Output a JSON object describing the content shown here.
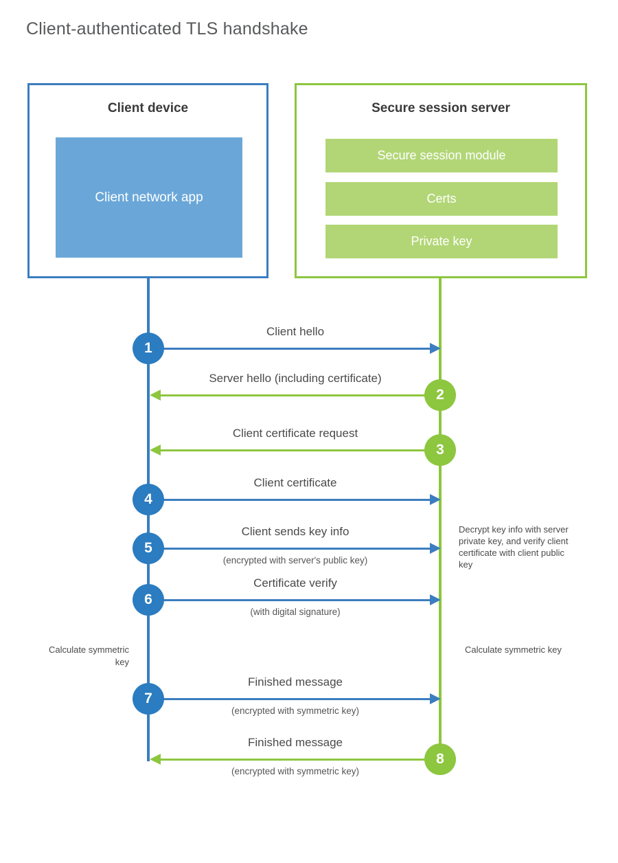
{
  "title": "Client-authenticated TLS handshake",
  "colors": {
    "client_blue": "#3b7dbf",
    "client_circle_blue": "#2b7cc0",
    "client_app_fill": "#6aa7d8",
    "server_green": "#8dc63f",
    "server_bar_fill": "#b2d676",
    "text": "#4a4a4a",
    "background": "#ffffff"
  },
  "actors": {
    "client": {
      "title": "Client device",
      "component": "Client network app"
    },
    "server": {
      "title": "Secure session server",
      "components": [
        "Secure session module",
        "Certs",
        "Private key"
      ]
    }
  },
  "steps": [
    {
      "number": "1",
      "label": "Client hello",
      "sublabel": "",
      "direction": "client-to-server",
      "origin": "client"
    },
    {
      "number": "2",
      "label": "Server hello (including certificate)",
      "sublabel": "",
      "direction": "server-to-client",
      "origin": "server"
    },
    {
      "number": "3",
      "label": "Client certificate request",
      "sublabel": "",
      "direction": "server-to-client",
      "origin": "server"
    },
    {
      "number": "4",
      "label": "Client certificate",
      "sublabel": "",
      "direction": "client-to-server",
      "origin": "client"
    },
    {
      "number": "5",
      "label": "Client sends key info",
      "sublabel": "(encrypted with server's public key)",
      "direction": "client-to-server",
      "origin": "client"
    },
    {
      "number": "6",
      "label": "Certificate verify",
      "sublabel": "(with digital signature)",
      "direction": "client-to-server",
      "origin": "client"
    },
    {
      "number": "7",
      "label": "Finished message",
      "sublabel": "(encrypted with symmetric key)",
      "direction": "client-to-server",
      "origin": "client"
    },
    {
      "number": "8",
      "label": "Finished message",
      "sublabel": "(encrypted with symmetric key)",
      "direction": "server-to-client",
      "origin": "server"
    }
  ],
  "notes": {
    "server_decrypt": "Decrypt key info with server private key, and verify client certificate with client public key",
    "client_calculate": "Calculate symmetric key",
    "server_calculate": "Calculate symmetric key"
  }
}
